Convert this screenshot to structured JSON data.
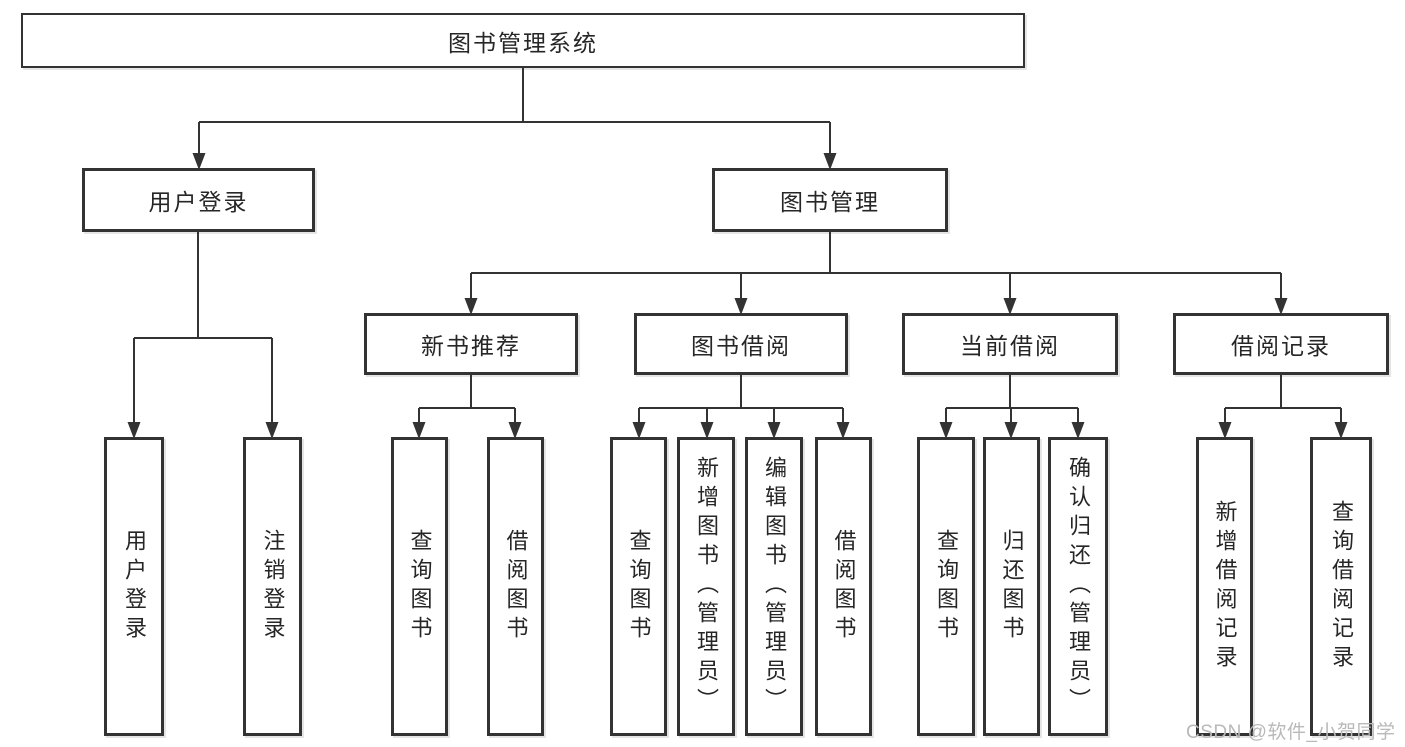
{
  "diagram": {
    "root": "图书管理系统",
    "branches": [
      {
        "label": "用户登录",
        "children": [
          {
            "label": "用户登录"
          },
          {
            "label": "注销登录"
          }
        ]
      },
      {
        "label": "图书管理",
        "children": [
          {
            "label": "新书推荐",
            "children": [
              {
                "label": "查询图书"
              },
              {
                "label": "借阅图书"
              }
            ]
          },
          {
            "label": "图书借阅",
            "children": [
              {
                "label": "查询图书"
              },
              {
                "label": "新增图书（管理员）"
              },
              {
                "label": "编辑图书（管理员）"
              },
              {
                "label": "借阅图书"
              }
            ]
          },
          {
            "label": "当前借阅",
            "children": [
              {
                "label": "查询图书"
              },
              {
                "label": "归还图书"
              },
              {
                "label": "确认归还（管理员）"
              }
            ]
          },
          {
            "label": "借阅记录",
            "children": [
              {
                "label": "新增借阅记录"
              },
              {
                "label": "查询借阅记录"
              }
            ]
          }
        ]
      }
    ]
  },
  "watermark": {
    "text": "CSDN @软件_小贺同学"
  },
  "colors": {
    "line": "#333333",
    "box_border": "#333333",
    "box_fill": "#ffffff",
    "text": "#262626",
    "watermark": "#b9b9b9"
  }
}
